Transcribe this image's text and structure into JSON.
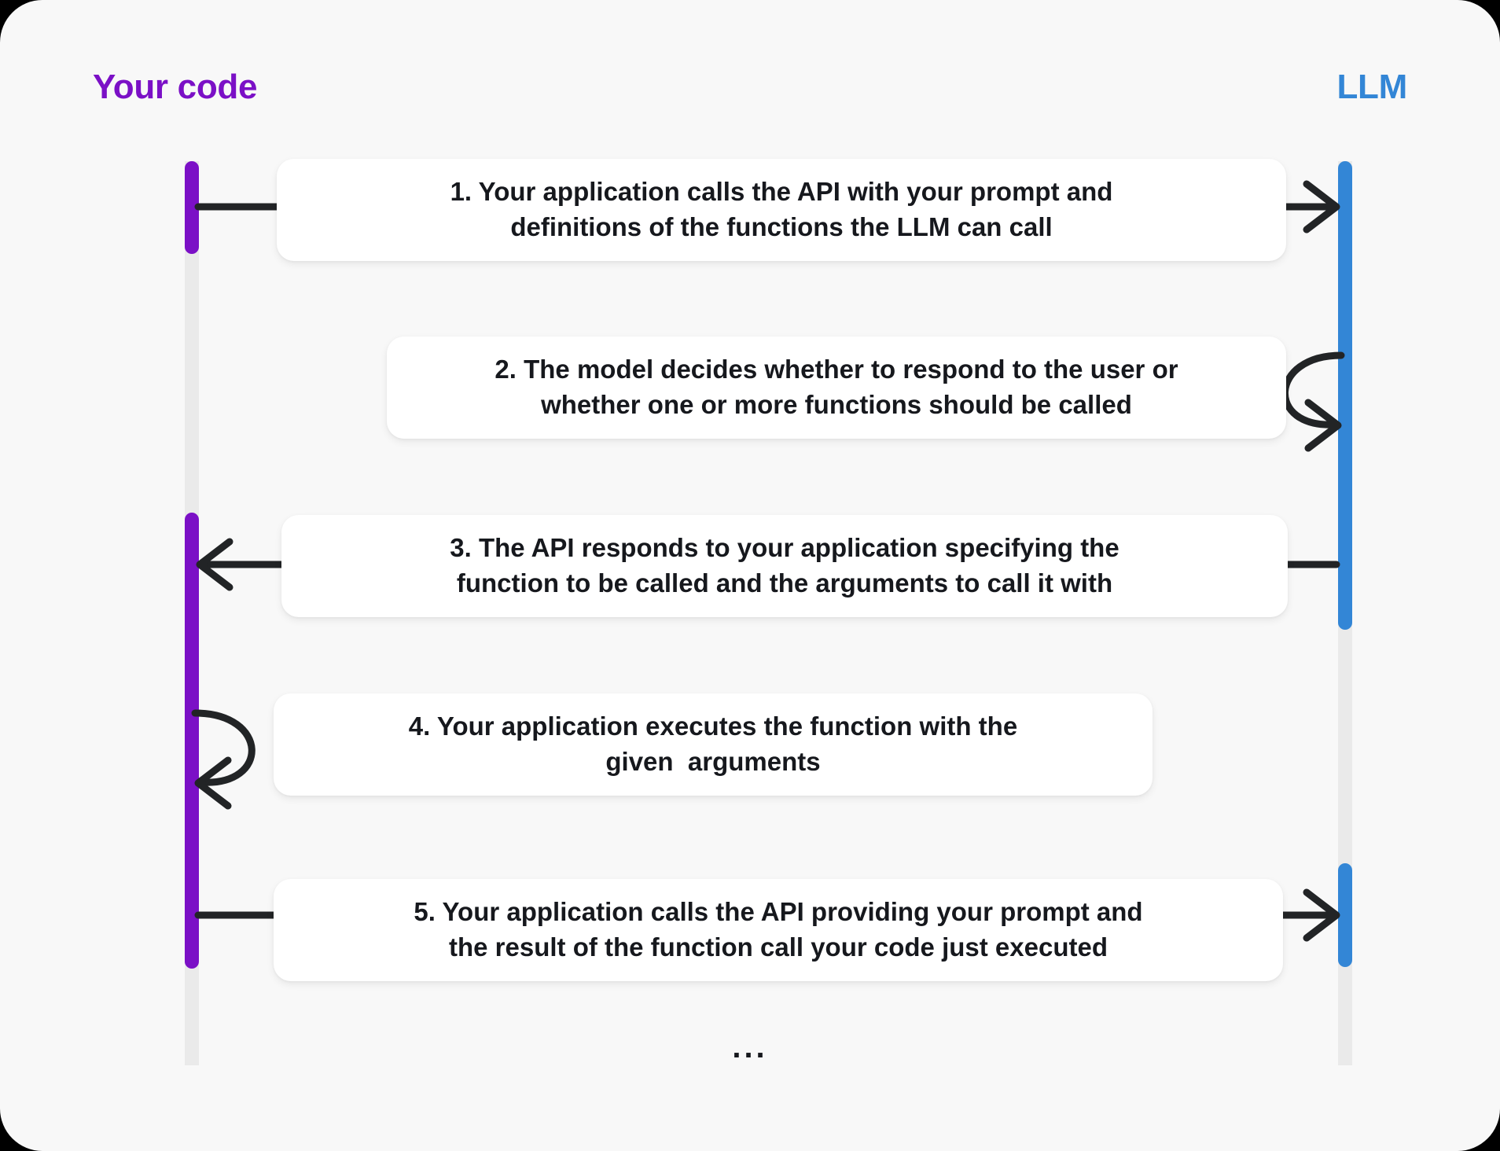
{
  "diagram": {
    "title_left": "Your code",
    "title_right": "LLM",
    "ellipsis": "...",
    "colors": {
      "left_actor": "#7b10c6",
      "right_actor": "#3386d6",
      "lifeline_track": "#eaeaea",
      "arrow": "#222426",
      "box_background": "#ffffff",
      "canvas_background": "#f8f8f8",
      "text": "#16181d"
    },
    "steps": [
      {
        "number": "1",
        "text": "1. Your application calls the API with your prompt and\ndefinitions of the functions the LLM can call",
        "direction": "left-to-right",
        "from": "Your code",
        "to": "LLM"
      },
      {
        "number": "2",
        "text": "2. The model decides whether to respond to the user or\nwhether one or more functions should be called",
        "direction": "self-loop",
        "from": "LLM",
        "to": "LLM"
      },
      {
        "number": "3",
        "text": "3. The API responds to your application specifying the\nfunction to be called and the arguments to call it with",
        "direction": "right-to-left",
        "from": "LLM",
        "to": "Your code"
      },
      {
        "number": "4",
        "text": "4. Your application executes the function with the\ngiven  arguments",
        "direction": "self-loop",
        "from": "Your code",
        "to": "Your code"
      },
      {
        "number": "5",
        "text": "5. Your application calls the API providing your prompt and\nthe result of the function call your code just executed",
        "direction": "left-to-right",
        "from": "Your code",
        "to": "LLM"
      }
    ]
  }
}
